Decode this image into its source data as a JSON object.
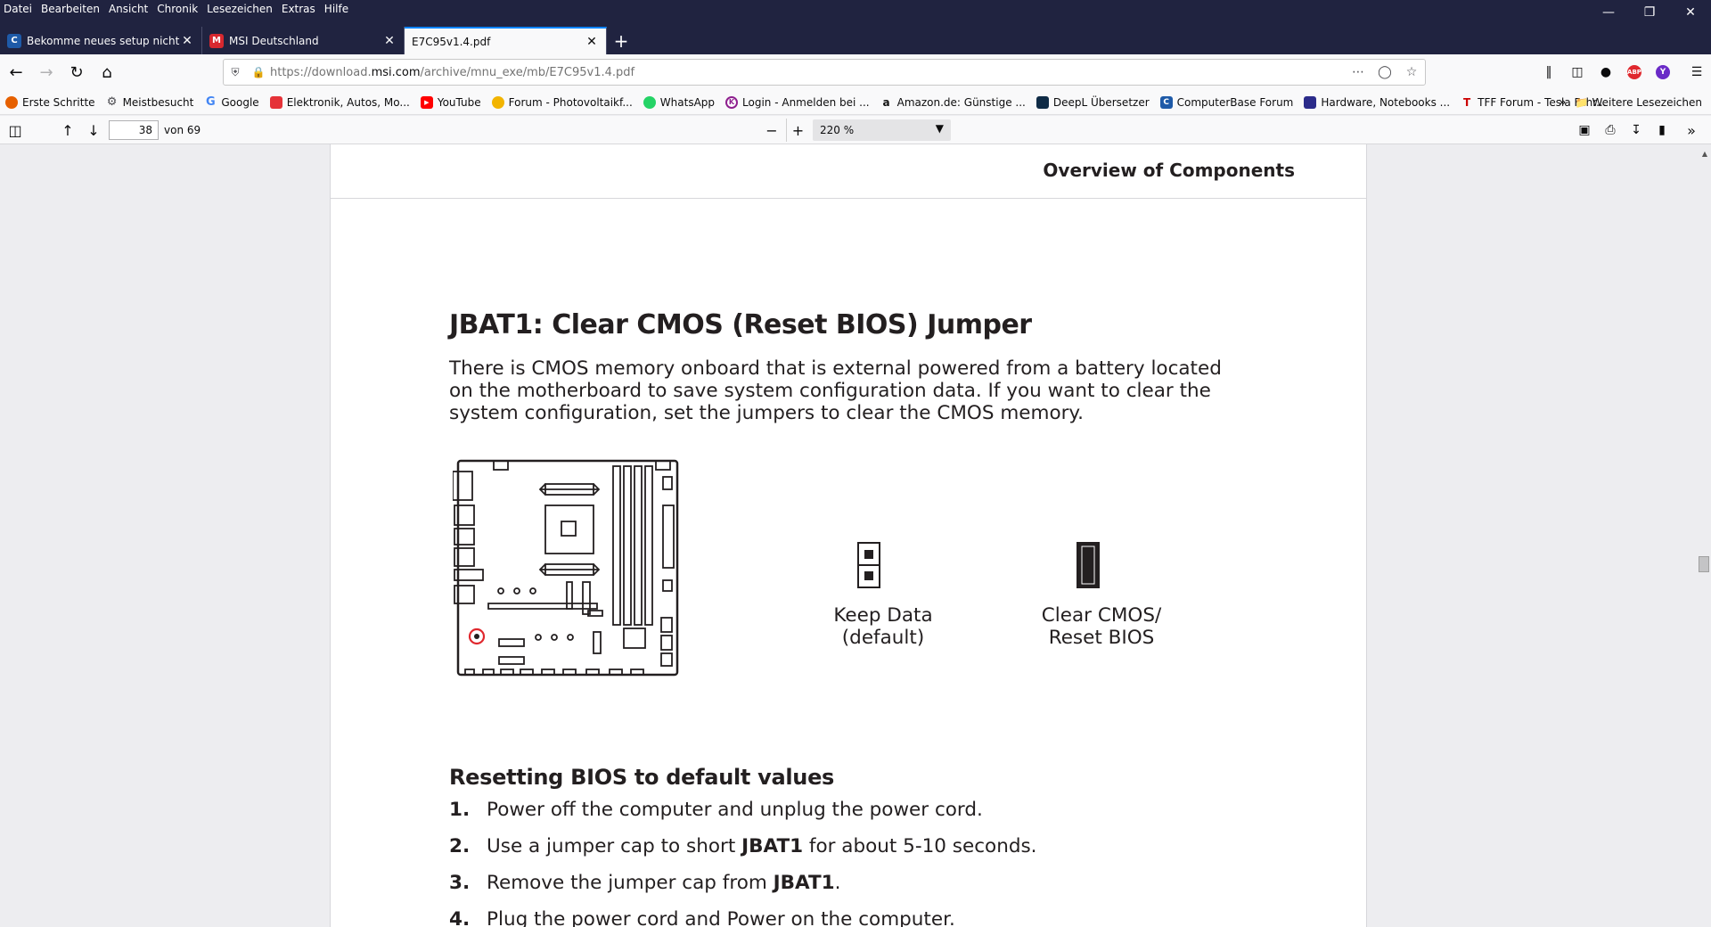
{
  "menu": [
    "Datei",
    "Bearbeiten",
    "Ansicht",
    "Chronik",
    "Lesezeichen",
    "Extras",
    "Hilfe"
  ],
  "tabs": [
    {
      "label": "Bekomme neues setup nicht zu",
      "icon": "computerbase-icon",
      "color": "#1e5aa8"
    },
    {
      "label": "MSI Deutschland",
      "icon": "msi-shield-icon",
      "color": "#d7282f"
    },
    {
      "label": "E7C95v1.4.pdf",
      "icon": "pdf-icon",
      "color": ""
    }
  ],
  "url": {
    "prefix": "https://download.",
    "domain": "msi.com",
    "path": "/archive/mnu_exe/mb/E7C95v1.4.pdf"
  },
  "bookmarks": [
    {
      "label": "Erste Schritte",
      "icon": "firefox-icon",
      "color": "#e66000"
    },
    {
      "label": "Meistbesucht",
      "icon": "gear-icon",
      "color": "#4a4a4f"
    },
    {
      "label": "Google",
      "icon": "google-icon",
      "color": "#4285f4"
    },
    {
      "label": "Elektronik, Autos, Mo...",
      "icon": "ebay-icon",
      "color": "#e53238"
    },
    {
      "label": "YouTube",
      "icon": "youtube-icon",
      "color": "#ff0000"
    },
    {
      "label": "Forum - Photovoltaikf...",
      "icon": "forum-icon",
      "color": "#f2b400"
    },
    {
      "label": "WhatsApp",
      "icon": "whatsapp-icon",
      "color": "#25d366"
    },
    {
      "label": "Login - Anmelden bei ...",
      "icon": "login-icon",
      "color": "#8e1f8e"
    },
    {
      "label": "Amazon.de: Günstige ...",
      "icon": "amazon-icon",
      "color": "#111111"
    },
    {
      "label": "DeepL Übersetzer",
      "icon": "deepl-icon",
      "color": "#0f2b46"
    },
    {
      "label": "ComputerBase Forum",
      "icon": "computerbase-icon",
      "color": "#1e5aa8"
    },
    {
      "label": "Hardware, Notebooks ...",
      "icon": "notebook-icon",
      "color": "#2b2b8a"
    },
    {
      "label": "TFF Forum - Tesla Fahr...",
      "icon": "tesla-icon",
      "color": "#cc0000"
    }
  ],
  "bookmarks_more": "Weitere Lesezeichen",
  "pdf_toolbar": {
    "page": "38",
    "page_count": "von 69",
    "zoom": "220 %"
  },
  "pdf": {
    "prev_heading": "Overview of Components",
    "title": "JBAT1: Clear CMOS (Reset BIOS) Jumper",
    "body": "There is CMOS memory onboard that is external powered from a battery located on the motherboard to save system configuration data. If you want to clear the system configuration, set the jumpers to clear the CMOS memory.",
    "keep_line1": "Keep Data",
    "keep_line2": "(default)",
    "clear_line1": "Clear CMOS/",
    "clear_line2": "Reset BIOS",
    "subtitle": "Resetting BIOS to default values",
    "steps": [
      {
        "num": "1.",
        "pre": "Power off the computer and unplug the power cord.",
        "bold": "",
        "post": ""
      },
      {
        "num": "2.",
        "pre": "Use a jumper cap to short ",
        "bold": "JBAT1",
        "post": " for about 5-10 seconds."
      },
      {
        "num": "3.",
        "pre": "Remove the jumper cap from ",
        "bold": "JBAT1",
        "post": "."
      },
      {
        "num": "4.",
        "pre": "Plug the power cord and Power on the computer.",
        "bold": "",
        "post": ""
      }
    ]
  },
  "colors": {
    "titlebar": "#202340",
    "accent": "#0a84ff",
    "highlight": "#e0282e"
  }
}
